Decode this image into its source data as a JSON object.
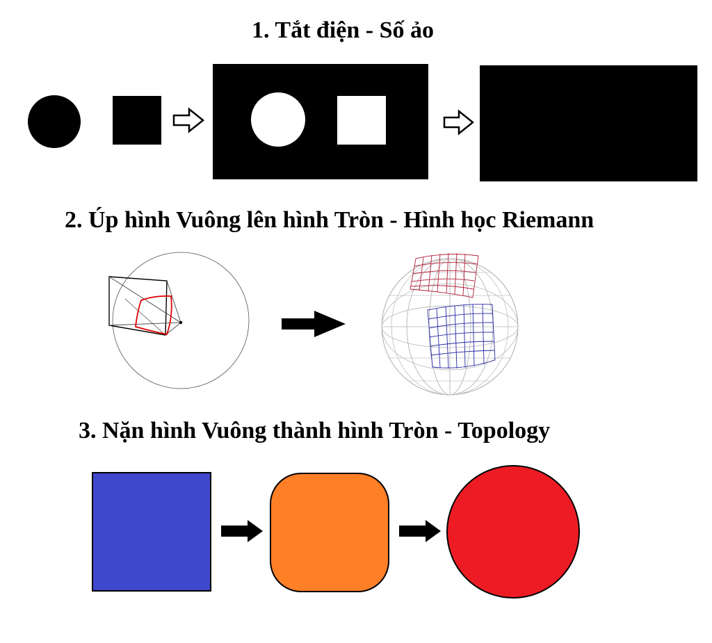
{
  "sections": [
    {
      "title": "1. Tắt điện - Số ảo"
    },
    {
      "title": "2. Úp hình Vuông lên hình Tròn - Hình học Riemann"
    },
    {
      "title": "3. Nặn hình Vuông thành hình Tròn - Topology"
    }
  ],
  "colors": {
    "black": "#000000",
    "white": "#ffffff",
    "square_blue": "#3f48cc",
    "rounded_orange": "#ff7f27",
    "circle_red": "#ed1c24",
    "grid_red": "#b0203a",
    "grid_blue": "#2a2aa8",
    "sphere_gray": "#9a9a9a"
  },
  "icons": [
    "outline-arrow-right-icon",
    "solid-arrow-right-icon"
  ]
}
